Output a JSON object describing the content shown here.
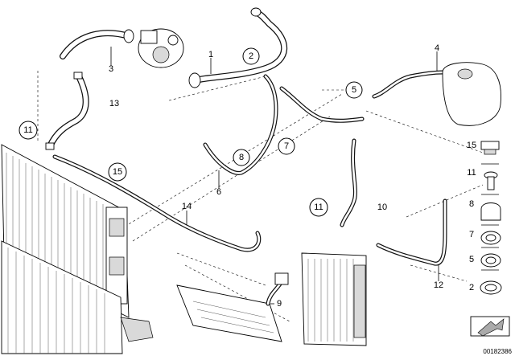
{
  "diagram": {
    "callouts": [
      {
        "id": "c1",
        "text": "1",
        "circled": false
      },
      {
        "id": "c2",
        "text": "2",
        "circled": true
      },
      {
        "id": "c3",
        "text": "3",
        "circled": false
      },
      {
        "id": "c4",
        "text": "4",
        "circled": false
      },
      {
        "id": "c5",
        "text": "5",
        "circled": true
      },
      {
        "id": "c6",
        "text": "6",
        "circled": false
      },
      {
        "id": "c7",
        "text": "7",
        "circled": true
      },
      {
        "id": "c8",
        "text": "8",
        "circled": true
      },
      {
        "id": "c9",
        "text": "9",
        "circled": false
      },
      {
        "id": "c10",
        "text": "10",
        "circled": false
      },
      {
        "id": "c11a",
        "text": "11",
        "circled": true
      },
      {
        "id": "c11b",
        "text": "11",
        "circled": true
      },
      {
        "id": "c12",
        "text": "12",
        "circled": false
      },
      {
        "id": "c13",
        "text": "13",
        "circled": false
      },
      {
        "id": "c14",
        "text": "14",
        "circled": false
      },
      {
        "id": "c15",
        "text": "15",
        "circled": true
      }
    ],
    "legend": [
      {
        "text": "15"
      },
      {
        "text": "11"
      },
      {
        "text": "8"
      },
      {
        "text": "7"
      },
      {
        "text": "5"
      },
      {
        "text": "2"
      }
    ],
    "doc_id": "00182386"
  }
}
